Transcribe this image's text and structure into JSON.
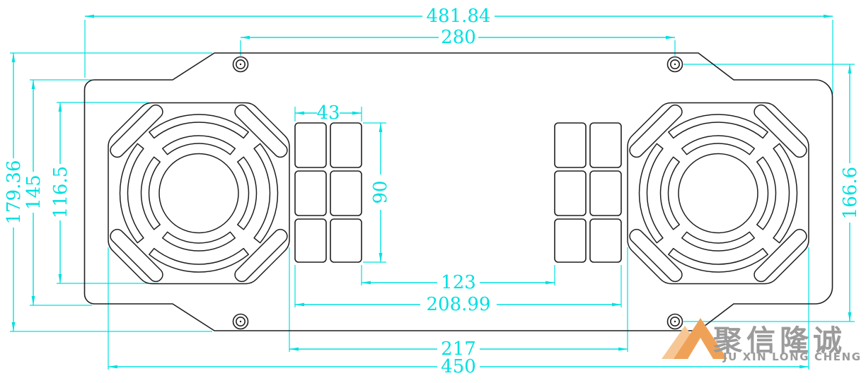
{
  "drawing": {
    "title": "sheet metal panel with dual fan cutouts - dimensioned CAD drawing",
    "dimensions": {
      "overall_width": "481.84",
      "hole_span_h": "280",
      "vent_width": "43",
      "vent_height": "90",
      "vent_span_inner": "123",
      "vent_span_outer": "208.99",
      "fan_gap": "217",
      "fan_span": "450",
      "mid_height": "179.36",
      "end_height": "145",
      "fan_size": "116.5",
      "hole_span_v": "166.6"
    }
  },
  "logo": {
    "name_cn": "聚信隆诚",
    "name_en": "JU XIN LONG CHENG"
  },
  "colors": {
    "dimension": "#00e0e0",
    "line": "#1f1f1f",
    "logo_text": "#9b9b9b",
    "logo_light": "#f6c795",
    "logo_dark": "#efa257"
  }
}
